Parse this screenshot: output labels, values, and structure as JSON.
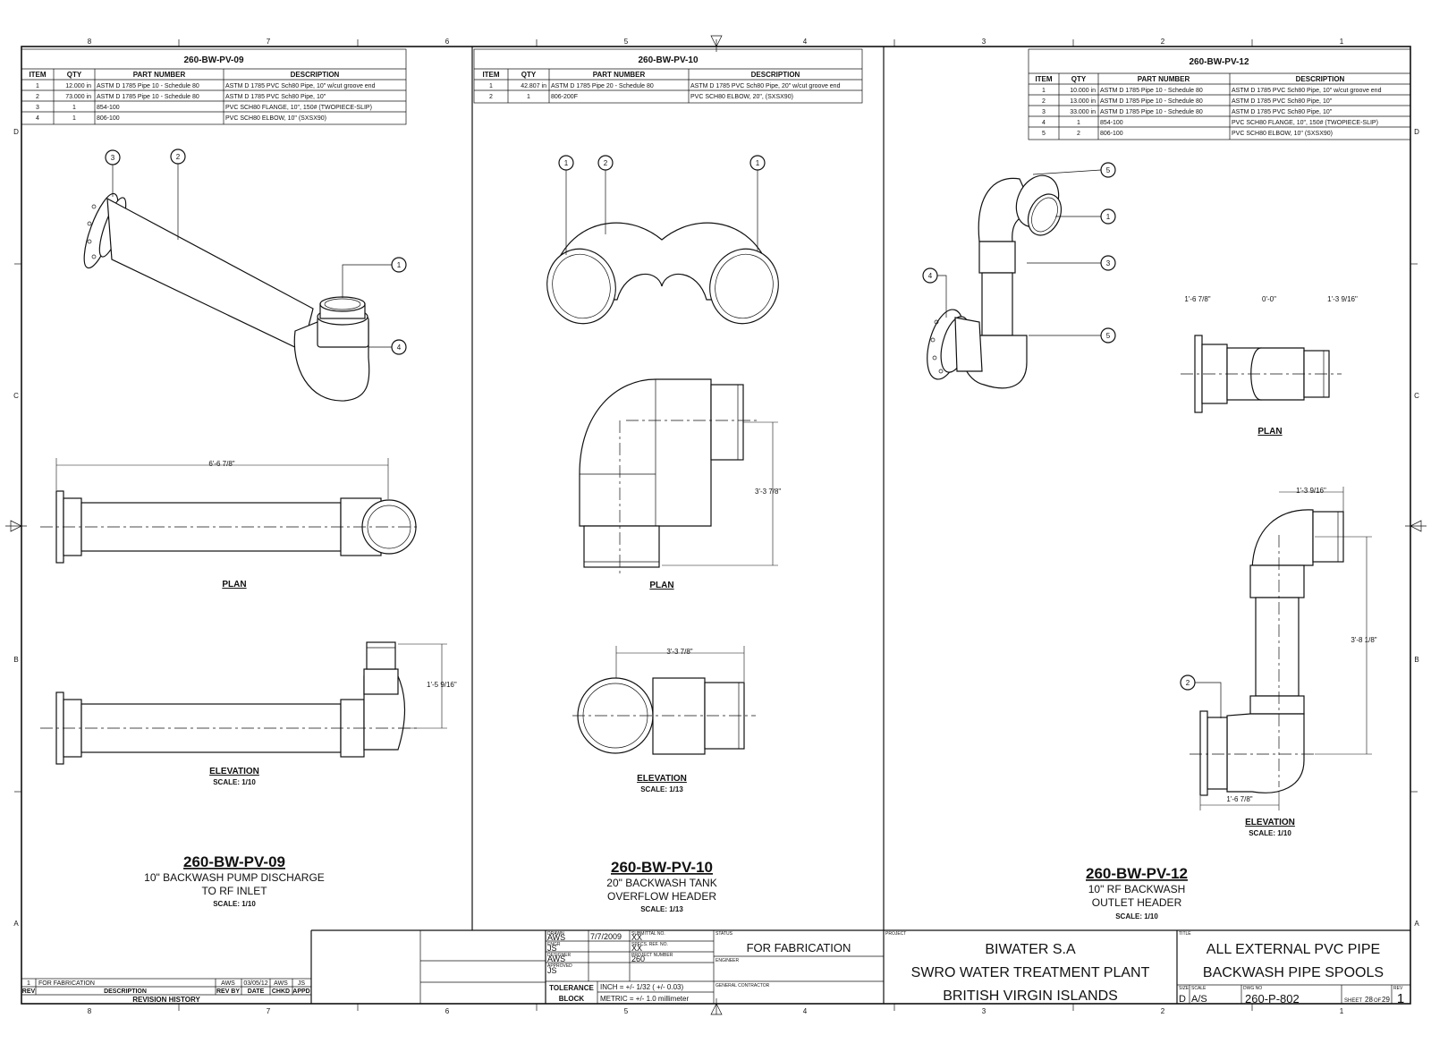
{
  "grid": {
    "cols": [
      "8",
      "7",
      "6",
      "5",
      "4",
      "3",
      "2",
      "1"
    ],
    "rows": [
      "D",
      "C",
      "B",
      "A"
    ]
  },
  "bom_headers": {
    "item": "ITEM",
    "qty": "QTY",
    "part": "PART NUMBER",
    "desc": "DESCRIPTION"
  },
  "spools": [
    {
      "id": "260-BW-PV-09",
      "bom": [
        [
          "1",
          "12.000 in",
          "ASTM D 1785 Pipe 10 - Schedule 80",
          "ASTM D 1785 PVC Sch80 Pipe, 10\" w/cut groove end"
        ],
        [
          "2",
          "73.000 in",
          "ASTM D 1785 Pipe 10 - Schedule 80",
          "ASTM D 1785 PVC Sch80 Pipe, 10\""
        ],
        [
          "3",
          "1",
          "854-100",
          "PVC SCH80 FLANGE, 10\", 150# (TWOPIECE-SLIP)"
        ],
        [
          "4",
          "1",
          "806-100",
          "PVC SCH80 ELBOW, 10\" (SXSX90)"
        ]
      ],
      "balloons": [
        "3",
        "2",
        "1",
        "4"
      ],
      "plan_label": "PLAN",
      "plan_dim": "6'-6 7/8\"",
      "elev_label": "ELEVATION",
      "elev_scale": "SCALE: 1/10",
      "elev_dim": "1'-5 9/16\"",
      "title": "260-BW-PV-09",
      "subtitle1": "10\" BACKWASH PUMP DISCHARGE",
      "subtitle2": "TO RF INLET",
      "scale": "SCALE: 1/10"
    },
    {
      "id": "260-BW-PV-10",
      "bom": [
        [
          "1",
          "42.807 in",
          "ASTM D 1785 Pipe 20 - Schedule 80",
          "ASTM D 1785 PVC Sch80 Pipe, 20\" w/cut groove end"
        ],
        [
          "2",
          "1",
          "806-200F",
          "PVC SCH80 ELBOW, 20\", (SXSX90)"
        ]
      ],
      "balloons": [
        "1",
        "2",
        "1"
      ],
      "plan_label": "PLAN",
      "plan_dim": "3'-3 7/8\"",
      "elev_label": "ELEVATION",
      "elev_scale": "SCALE: 1/13",
      "elev_dim": "3'-3 7/8\"",
      "title": "260-BW-PV-10",
      "subtitle1": "20\" BACKWASH TANK",
      "subtitle2": "OVERFLOW HEADER",
      "scale": "SCALE: 1/13"
    },
    {
      "id": "260-BW-PV-12",
      "bom": [
        [
          "1",
          "10.000 in",
          "ASTM D 1785 Pipe 10 - Schedule 80",
          "ASTM D 1785 PVC Sch80 Pipe, 10\" w/cut groove end"
        ],
        [
          "2",
          "13.000 in",
          "ASTM D 1785 Pipe 10 - Schedule 80",
          "ASTM D 1785 PVC Sch80 Pipe, 10\""
        ],
        [
          "3",
          "33.000 in",
          "ASTM D 1785 Pipe 10 - Schedule 80",
          "ASTM D 1785 PVC Sch80 Pipe, 10\""
        ],
        [
          "4",
          "1",
          "854-100",
          "PVC SCH80 FLANGE, 10\", 150# (TWOPIECE-SLIP)"
        ],
        [
          "5",
          "2",
          "806-100",
          "PVC SCH80 ELBOW, 10\" (SXSX90)"
        ]
      ],
      "balloons": [
        "5",
        "1",
        "3",
        "4",
        "5",
        "2"
      ],
      "plan_label": "PLAN",
      "plan_dims": [
        "1'-6 7/8\"",
        "0'-0\"",
        "1'-3 9/16\""
      ],
      "elev_label": "ELEVATION",
      "elev_scale": "SCALE: 1/10",
      "elev_dims": [
        "1'-3 9/16\"",
        "3'-8 1/8\"",
        "1'-6 7/8\""
      ],
      "title": "260-BW-PV-12",
      "subtitle1": "10\" RF BACKWASH",
      "subtitle2": "OUTLET HEADER",
      "scale": "SCALE: 1/10"
    }
  ],
  "revision": {
    "rev": "1",
    "desc": "FOR FABRICATION",
    "by": "AWS",
    "date": "03/05/12",
    "chkd": "AWS",
    "appd": "JS",
    "h_rev": "REV",
    "h_desc": "DESCRIPTION",
    "h_by": "REV BY",
    "h_date": "DATE",
    "h_chkd": "CHKD",
    "h_appd": "APPD",
    "caption": "REVISION HISTORY"
  },
  "title_block": {
    "drawn_label": "DRAWN",
    "drawn": "AWS",
    "drawn_date": "7/7/2009",
    "engr_label": "ENGR",
    "engr": "JS",
    "designer_label": "DESIGNER",
    "designer": "AWS",
    "approved_label": "APPROVED",
    "approved": "JS",
    "submittal_label": "SUBMITTAL NO.",
    "submittal": "XX",
    "specs_label": "SPECS. REF. NO.",
    "specs": "XX",
    "project_number_label": "PROJECT NUMBER",
    "project_number": "260",
    "tol_label1": "TOLERANCE",
    "tol_label2": "BLOCK",
    "tol_inch": "INCH = +/- 1/32 ( +/- 0.03)",
    "tol_metric": "METRIC = +/- 1.0 millimeter",
    "status_label": "STATUS",
    "status": "FOR FABRICATION",
    "engineer_label": "ENGINEER",
    "gc_label": "GENERAL CONTRACTOR",
    "project_label": "PROJECT",
    "project1": "BIWATER S.A",
    "project2": "SWRO WATER TREATMENT PLANT",
    "project3": "BRITISH VIRGIN ISLANDS",
    "title_label": "TITLE",
    "title1": "ALL EXTERNAL PVC PIPE",
    "title2": "BACKWASH PIPE SPOOLS",
    "size_label": "SIZE",
    "size": "D",
    "scale_label": "SCALE",
    "scale": "A/S",
    "dwg_label": "DWG NO",
    "dwg": "260-P-802",
    "sheet_label": "SHEET",
    "sheet": "28",
    "of_label": "OF",
    "of": "29",
    "rev_label": "REV",
    "rev": "1"
  }
}
